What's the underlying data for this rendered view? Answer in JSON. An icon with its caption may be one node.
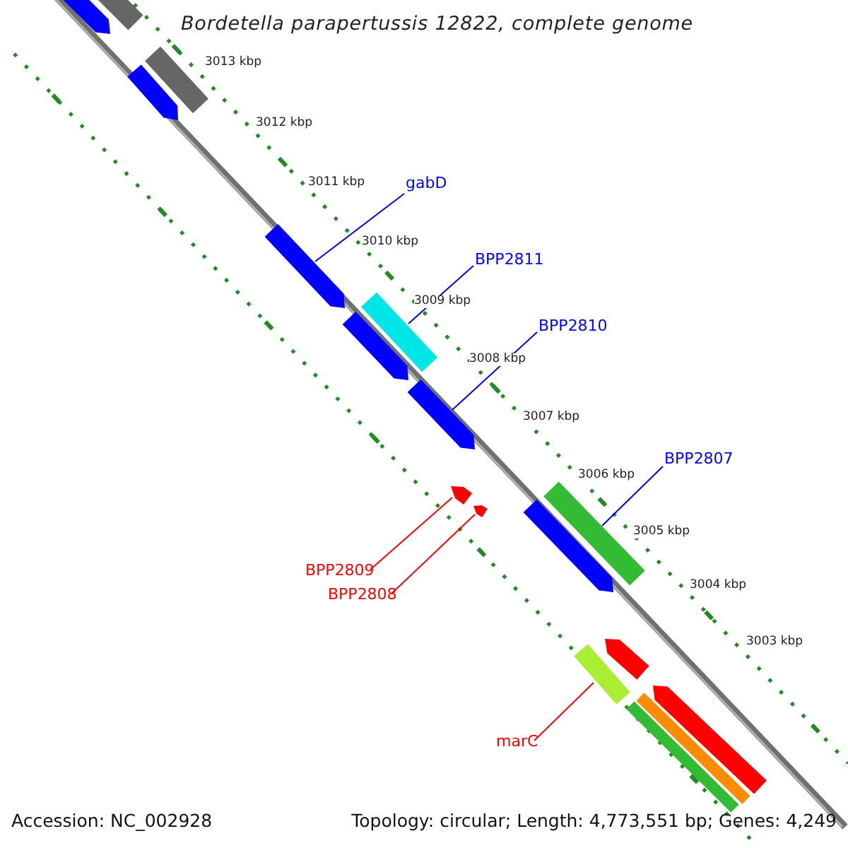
{
  "diagram": {
    "title": "Bordetella parapertussis 12822, complete genome",
    "nodes": [
      {
        "text": [
          "gabD"
        ]
      },
      {
        "text": [
          "BPP2811"
        ]
      },
      {
        "text": [
          "BPP2810"
        ]
      },
      {
        "text": [
          "BPP2807"
        ]
      },
      {
        "text": [
          "BPP2809"
        ]
      },
      {
        "text": [
          "BPP2808"
        ]
      },
      {
        "text": [
          "marC"
        ]
      },
      {
        "text": [],
        "shape": "bar"
      },
      {
        "text": [],
        "shape": "bar"
      },
      {
        "text": [],
        "shape": "bar"
      },
      {
        "text": [],
        "shape": "bar"
      },
      {
        "text": [],
        "shape": "bar"
      },
      {
        "text": [],
        "shape": "bar"
      },
      {
        "text": [],
        "shape": "bar"
      },
      {
        "text": [],
        "shape": "bar"
      },
      {
        "text": [],
        "shape": "bar"
      },
      {
        "text": [],
        "shape": "bar"
      },
      {
        "text": [],
        "shape": "bar"
      },
      {
        "text": [],
        "shape": "bar"
      },
      {
        "text": [],
        "shape": "bar"
      },
      {
        "text": [],
        "shape": "bar"
      },
      {
        "text": [],
        "shape": "bar"
      },
      {
        "text": [],
        "shape": "bar"
      },
      {
        "text": [],
        "shape": "bar"
      }
    ],
    "edges": [
      {
        "from": 0,
        "to": 11,
        "arrow": "none"
      },
      {
        "from": 1,
        "to": 12,
        "arrow": "none"
      },
      {
        "from": 2,
        "to": 14,
        "arrow": "none"
      },
      {
        "from": 3,
        "to": 17,
        "arrow": "none"
      },
      {
        "from": 4,
        "to": 15,
        "arrow": "none",
        "color": "#ff0000"
      },
      {
        "from": 5,
        "to": 16,
        "arrow": "none",
        "color": "#ff0000"
      },
      {
        "from": 6,
        "to": 20,
        "arrow": "none",
        "color": "#ff0000"
      }
    ],
    "labels": [
      "3013 kbp",
      "3012 kbp",
      "3011 kbp",
      "3010 kbp",
      "3009 kbp",
      "3008 kbp",
      "3007 kbp",
      "3006 kbp",
      "3005 kbp",
      "3004 kbp",
      "3003 kbp",
      "Accession: NC_002928",
      "Topology: circular; Length: 4,773,551 bp; Genes: 4,249"
    ]
  }
}
